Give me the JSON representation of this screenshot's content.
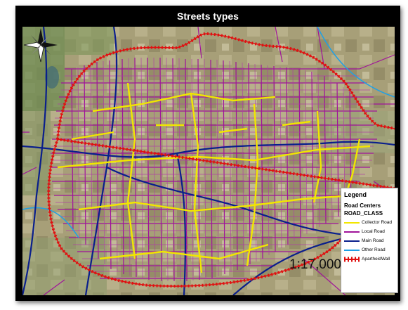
{
  "map": {
    "title": "Streets types",
    "scale_text": "1:17,000"
  },
  "legend": {
    "title": "Legend",
    "group_title": "Road Centers",
    "field_name": "ROAD_CLASS",
    "items": [
      {
        "label": "Collector Road",
        "color": "#f2e600",
        "style": "line"
      },
      {
        "label": "Local Road",
        "color": "#a0139a",
        "style": "line"
      },
      {
        "label": "Main Road",
        "color": "#0a1f8c",
        "style": "line"
      },
      {
        "label": "Other Road",
        "color": "#1ea0e6",
        "style": "line"
      },
      {
        "label": "ApartheidWall",
        "color": "#e01010",
        "style": "wall"
      }
    ]
  },
  "colors": {
    "frame": "#000000",
    "satellite": "#a9a27c",
    "collector": "#f2e600",
    "local": "#a0139a",
    "main": "#0a1f8c",
    "other": "#1ea0e6",
    "wall": "#e01010"
  },
  "icons": {
    "north_arrow": "north-arrow-icon"
  }
}
